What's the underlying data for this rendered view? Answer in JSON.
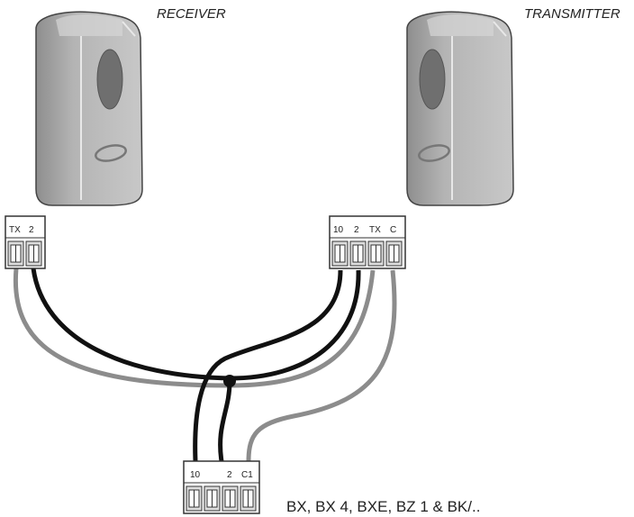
{
  "devices": {
    "receiver": {
      "label": "RECEIVER"
    },
    "transmitter": {
      "label": "TRANSMITTER"
    }
  },
  "terminals": {
    "receiver_block": {
      "labels": [
        "TX",
        "2"
      ]
    },
    "transmitter_block": {
      "labels": [
        "10",
        "2",
        "TX",
        "C"
      ]
    },
    "control_block": {
      "labels": [
        "10",
        "2",
        "C1"
      ]
    }
  },
  "caption": "BX, BX 4, BXE, BZ 1 & BK/..",
  "colors": {
    "device_body": "#a9a9a9",
    "lens": "#6f6f6f",
    "wire_black": "#111111",
    "wire_gray": "#8c8c8c"
  }
}
